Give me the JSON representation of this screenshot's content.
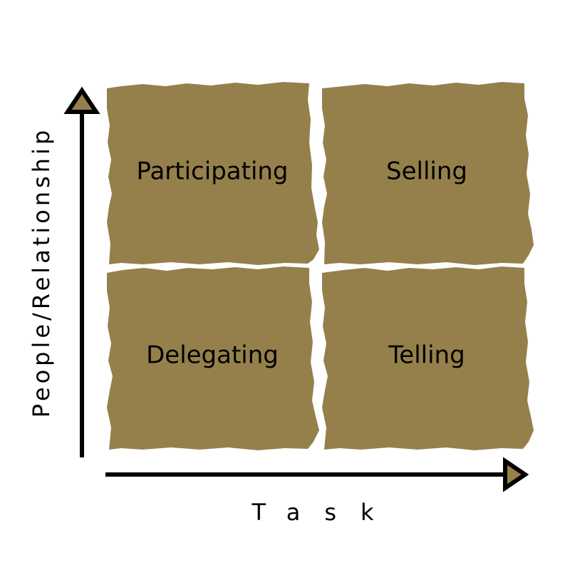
{
  "colors": {
    "tile": "#95804b",
    "axis": "#000000",
    "arrowhead_fill": "#95804b",
    "background": "#ffffff"
  },
  "axes": {
    "y_label": "People/Relationship",
    "x_label": "Task"
  },
  "quadrants": {
    "top_left": "Participating",
    "top_right": "Selling",
    "bottom_left": "Delegating",
    "bottom_right": "Telling"
  }
}
